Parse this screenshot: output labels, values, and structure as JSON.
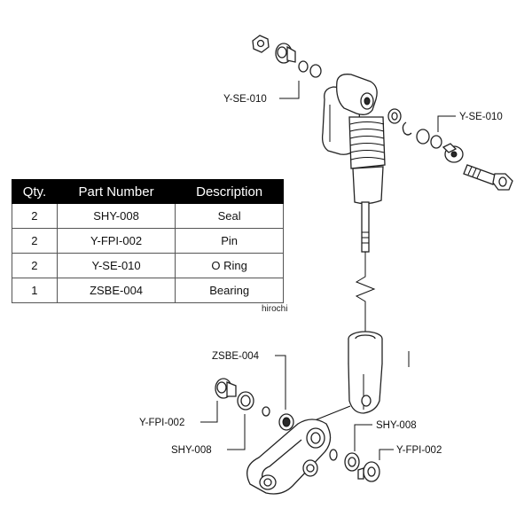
{
  "table": {
    "headers": [
      "Qty.",
      "Part Number",
      "Description"
    ],
    "rows": [
      {
        "qty": "2",
        "part_number": "SHY-008",
        "description": "Seal"
      },
      {
        "qty": "2",
        "part_number": "Y-FPI-002",
        "description": "Pin"
      },
      {
        "qty": "2",
        "part_number": "Y-SE-010",
        "description": "O Ring"
      },
      {
        "qty": "1",
        "part_number": "ZSBE-004",
        "description": "Bearing"
      }
    ]
  },
  "watermark": "hirochi",
  "callouts": {
    "upper_left_o_ring": "Y-SE-010",
    "upper_right_o_ring": "Y-SE-010",
    "bearing": "ZSBE-004",
    "left_pin": "Y-FPI-002",
    "left_seal": "SHY-008",
    "right_seal": "SHY-008",
    "right_pin": "Y-FPI-002"
  },
  "colors": {
    "header_bg": "#000000",
    "header_text": "#ffffff",
    "line": "#222222"
  }
}
